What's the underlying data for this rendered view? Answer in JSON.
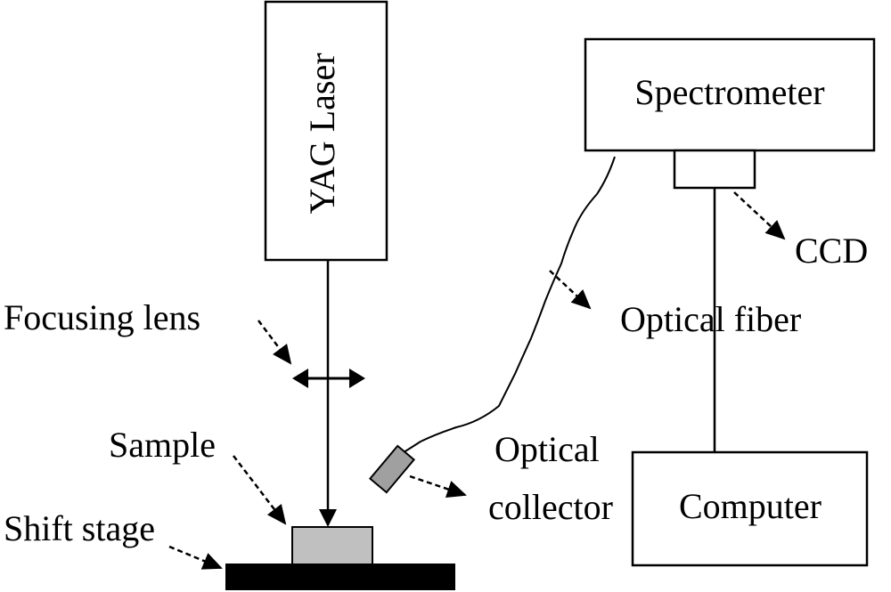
{
  "diagram": {
    "components": {
      "laser": "YAG Laser",
      "spectrometer": "Spectrometer",
      "computer": "Computer"
    },
    "labels": {
      "focusing_lens": "Focusing lens",
      "sample": "Sample",
      "shift_stage": "Shift stage",
      "ccd": "CCD",
      "optical_fiber": "Optical fiber",
      "optical_collector_line1": "Optical",
      "optical_collector_line2": "collector"
    }
  },
  "colors": {
    "line": "#000000",
    "sample_fill": "#c0c0c0",
    "collector_fill": "#a0a0a0",
    "stage_fill": "#000000"
  }
}
